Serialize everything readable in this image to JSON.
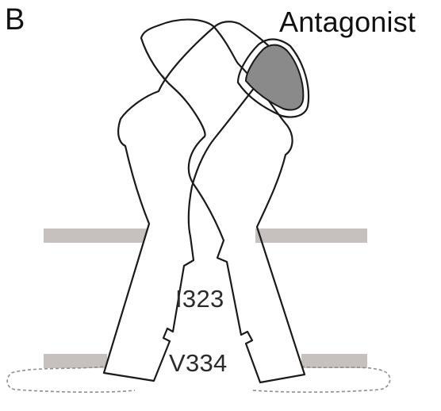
{
  "panel_label": "B",
  "ligand_label": "Antagonist",
  "residues": [
    "I323",
    "V334"
  ],
  "colors": {
    "outline": "#1a1a1a",
    "membrane": "#c6c1bf",
    "antagonist_fill": "#8a8a8a",
    "crossing_line": "#b5b5b5",
    "dashed_outline": "#8e8e8e"
  }
}
